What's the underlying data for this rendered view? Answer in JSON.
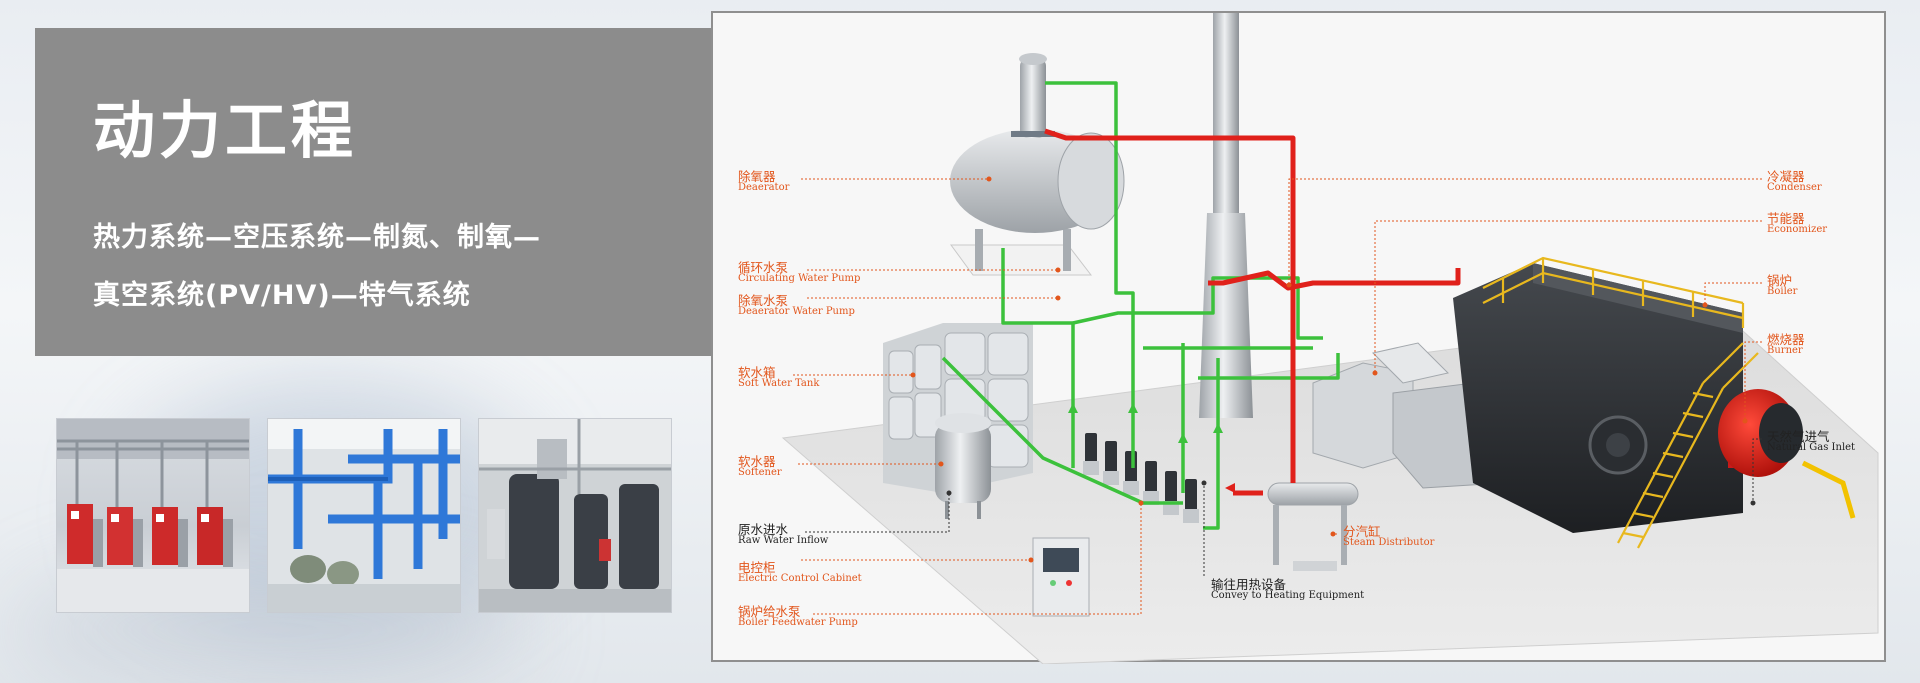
{
  "title": "动力工程",
  "subtitle_line1": "热力系统—空压系统—制氮、制氧—",
  "subtitle_line2": "真空系统(PV/HV)—特气系统",
  "colors": {
    "panel_gray": "#8c8c8c",
    "label_orange": "#e2561c",
    "pipe_red": "#e0211b",
    "pipe_green": "#3cc13c",
    "gas_yellow": "#f2c200"
  },
  "photos": [
    {
      "name": "modular-boiler-room-photo"
    },
    {
      "name": "blue-pipe-pump-room-photo"
    },
    {
      "name": "water-treatment-room-photo"
    }
  ],
  "labels": {
    "deaerator": {
      "cn": "除氧器",
      "en": "Deaerator"
    },
    "circulating_pump": {
      "cn": "循环水泵",
      "en": "Circulating Water Pump"
    },
    "deaerator_pump": {
      "cn": "除氧水泵",
      "en": "Deaerator Water Pump"
    },
    "soft_water_tank": {
      "cn": "软水箱",
      "en": "Soft Water Tank"
    },
    "softener": {
      "cn": "软水器",
      "en": "Softener"
    },
    "raw_water": {
      "cn": "原水进水",
      "en": "Raw Water Inflow"
    },
    "control_cabinet": {
      "cn": "电控柜",
      "en": "Electric Control Cabinet"
    },
    "feedwater_pump": {
      "cn": "锅炉给水泵",
      "en": "Boiler Feedwater Pump"
    },
    "condenser": {
      "cn": "冷凝器",
      "en": "Condenser"
    },
    "economizer": {
      "cn": "节能器",
      "en": "Economizer"
    },
    "boiler": {
      "cn": "锅炉",
      "en": "Boiler"
    },
    "burner": {
      "cn": "燃烧器",
      "en": "Burner"
    },
    "natural_gas": {
      "cn": "天然气进气",
      "en": "Natural Gas Inlet"
    },
    "steam_distributor": {
      "cn": "分汽缸",
      "en": "Steam Distributor"
    },
    "heating_equipment": {
      "cn": "输往用热设备",
      "en": "Convey to Heating Equipment"
    }
  }
}
